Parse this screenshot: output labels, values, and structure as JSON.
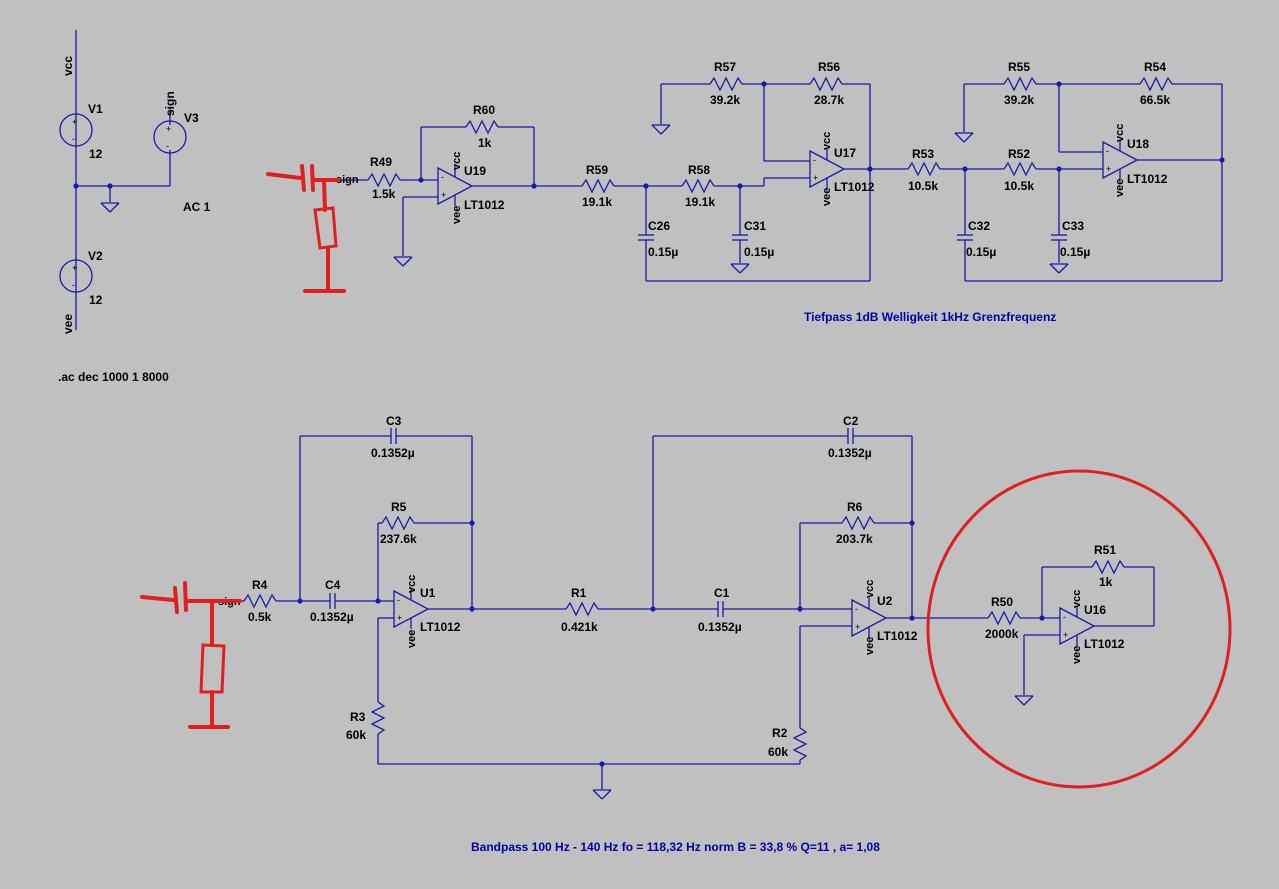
{
  "supply": {
    "vcc_label": "vcc",
    "vee_label": "vee",
    "v1_name": "V1",
    "v1_value": "12",
    "v2_name": "V2",
    "v2_value": "12",
    "v3_name": "V3",
    "v3_net": "sign",
    "v3_value": "AC 1",
    "sim_cmd": ".ac dec 1000 1 8000"
  },
  "lowpass": {
    "r49": {
      "name": "R49",
      "value": "1.5k"
    },
    "r60": {
      "name": "R60",
      "value": "1k"
    },
    "u19": {
      "name": "U19",
      "model": "LT1012"
    },
    "r59": {
      "name": "R59",
      "value": "19.1k"
    },
    "r58": {
      "name": "R58",
      "value": "19.1k"
    },
    "c26": {
      "name": "C26",
      "value": "0.15µ"
    },
    "c31": {
      "name": "C31",
      "value": "0.15µ"
    },
    "r57": {
      "name": "R57",
      "value": "39.2k"
    },
    "r56": {
      "name": "R56",
      "value": "28.7k"
    },
    "u17": {
      "name": "U17",
      "model": "LT1012"
    },
    "r53": {
      "name": "R53",
      "value": "10.5k"
    },
    "r52": {
      "name": "R52",
      "value": "10.5k"
    },
    "c32": {
      "name": "C32",
      "value": "0.15µ"
    },
    "c33": {
      "name": "C33",
      "value": "0.15µ"
    },
    "r55": {
      "name": "R55",
      "value": "39.2k"
    },
    "r54": {
      "name": "R54",
      "value": "66.5k"
    },
    "u18": {
      "name": "U18",
      "model": "LT1012"
    },
    "input_net": "sign",
    "title": "Tiefpass 1dB Welligkeit 1kHz Grenzfrequenz"
  },
  "bandpass": {
    "r4": {
      "name": "R4",
      "value": "0.5k"
    },
    "c4": {
      "name": "C4",
      "value": "0.1352µ"
    },
    "c3": {
      "name": "C3",
      "value": "0.1352µ"
    },
    "r5": {
      "name": "R5",
      "value": "237.6k"
    },
    "u1": {
      "name": "U1",
      "model": "LT1012"
    },
    "r3": {
      "name": "R3",
      "value": "60k"
    },
    "r1": {
      "name": "R1",
      "value": "0.421k"
    },
    "c1": {
      "name": "C1",
      "value": "0.1352µ"
    },
    "c2": {
      "name": "C2",
      "value": "0.1352µ"
    },
    "r6": {
      "name": "R6",
      "value": "203.7k"
    },
    "u2": {
      "name": "U2",
      "model": "LT1012"
    },
    "r2": {
      "name": "R2",
      "value": "60k"
    },
    "r50": {
      "name": "R50",
      "value": "2000k"
    },
    "r51": {
      "name": "R51",
      "value": "1k"
    },
    "u16": {
      "name": "U16",
      "model": "LT1012"
    },
    "input_net": "sign",
    "title": "Bandpass 100 Hz - 140 Hz fo = 118,32 Hz   norm B = 33,8 %  Q=11 , a= 1,08"
  },
  "opamp_pins": {
    "vcc": "vcc",
    "vee": "vee"
  },
  "colors": {
    "background": "#c0c0c0",
    "wire": "#1a1aa6",
    "markup": "#e02020",
    "note": "#0000aa"
  }
}
